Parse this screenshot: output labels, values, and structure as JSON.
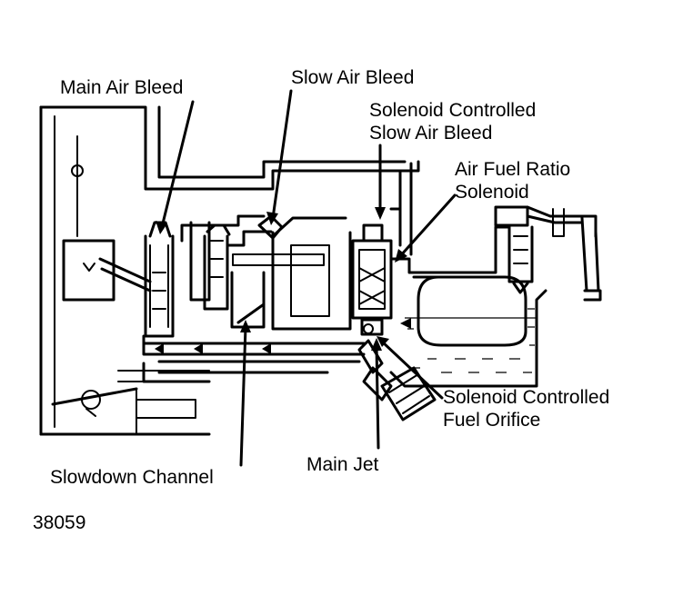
{
  "labels": {
    "main_air_bleed": "Main Air Bleed",
    "slow_air_bleed": "Slow Air Bleed",
    "solenoid_slow_air_bleed_line1": "Solenoid Controlled",
    "solenoid_slow_air_bleed_line2": "Slow Air Bleed",
    "air_fuel_ratio_line1": "Air Fuel Ratio",
    "air_fuel_ratio_line2": "Solenoid",
    "solenoid_fuel_orifice_line1": "Solenoid Controlled",
    "solenoid_fuel_orifice_line2": "Fuel Orifice",
    "main_jet": "Main Jet",
    "slowdown_channel": "Slowdown Channel",
    "figure_number": "38059"
  },
  "colors": {
    "ink": "#000000",
    "paper": "#ffffff"
  }
}
